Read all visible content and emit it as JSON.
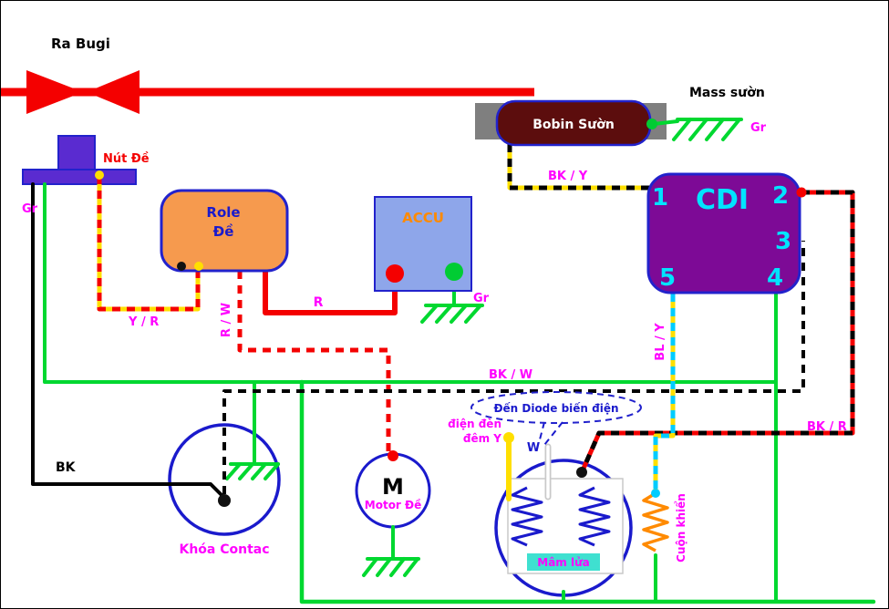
{
  "annotations": {
    "ra_bugi": "Ra Bugi",
    "mass_suon": "Mass sườn",
    "den_diode": "Đến Diode biến điện"
  },
  "components": {
    "nut_de": {
      "label": "Nút Đề"
    },
    "role": {
      "line1": "Role",
      "line2": "Đề"
    },
    "accu": {
      "label": "ACCU"
    },
    "bobin": {
      "label": "Bobin Sườn"
    },
    "cdi": {
      "label": "CDI",
      "pin1": "1",
      "pin2": "2",
      "pin3": "3",
      "pin4": "4",
      "pin5": "5"
    },
    "khoa_contac": {
      "label": "Khóa Contac"
    },
    "motor": {
      "label": "Motor Đề",
      "symbol": "M"
    },
    "mam_lua": {
      "label": "Mâm lửa"
    },
    "cuon_khien": {
      "label": "Cuộn khiển"
    }
  },
  "wire_labels": {
    "gr_left": "Gr",
    "gr_accu": "Gr",
    "gr_bobin": "Gr",
    "bk": "BK",
    "y_r": "Y / R",
    "r_w": "R / W",
    "r": "R",
    "bk_y": "BK / Y",
    "bk_w": "BK / W",
    "bk_r": "BK / R",
    "bl_y": "BL / Y",
    "w": "W",
    "dien_den_line1": "điện đèn",
    "dien_den_line2": "đêm Y"
  },
  "colors": {
    "green": "#00d830",
    "red": "#f40000",
    "yellow": "#ffdf00",
    "black": "#000000",
    "cyan": "#00ccff",
    "magenta": "#ff00ff",
    "orange": "#ff8a00",
    "cyan_text": "#00e4ff",
    "blue_text": "#1a1acc",
    "box_border": "#2222cc",
    "cdi_fill": "#7d0a96",
    "role_fill": "#f69a4e",
    "accu_fill": "#8ea6ea",
    "bobin_fill": "#5c0d0d",
    "button_fill": "#5a2bd0",
    "plate_gray": "#7f7f7f",
    "label_bg": "#3fe0d0",
    "green_dot": "#00cc33"
  }
}
